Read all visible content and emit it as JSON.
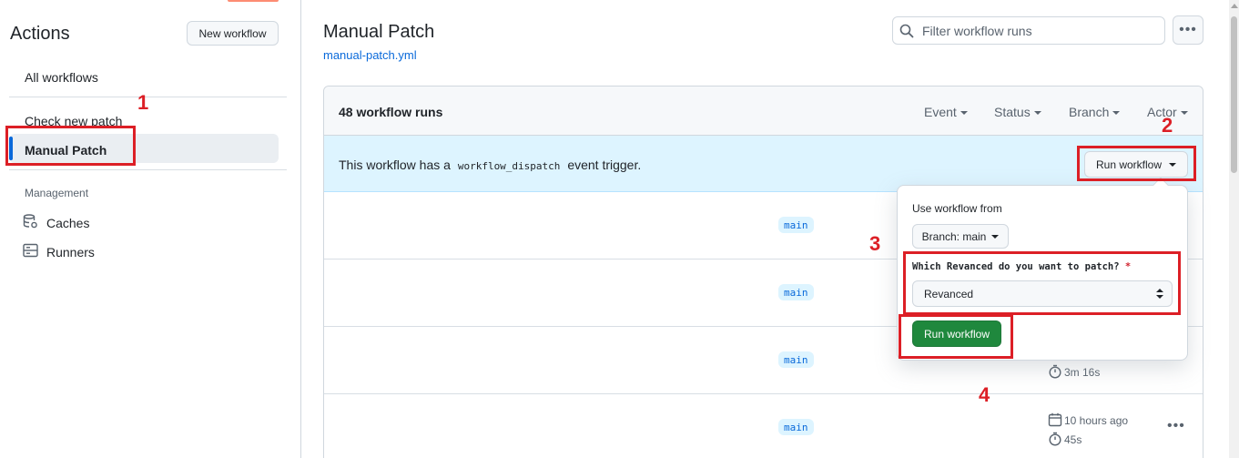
{
  "sidebar": {
    "title": "Actions",
    "new_workflow_label": "New workflow",
    "items": [
      {
        "label": "All workflows"
      },
      {
        "label": "Check new patch"
      },
      {
        "label": "Manual Patch"
      }
    ],
    "management_heading": "Management",
    "management_items": [
      {
        "label": "Caches",
        "icon": "database-icon"
      },
      {
        "label": "Runners",
        "icon": "server-icon"
      }
    ]
  },
  "header": {
    "title": "Manual Patch",
    "file_link": "manual-patch.yml",
    "filter_placeholder": "Filter workflow runs"
  },
  "runs": {
    "count_label": "48 workflow runs",
    "filters": [
      "Event",
      "Status",
      "Branch",
      "Actor"
    ],
    "banner_prefix": "This workflow has a",
    "banner_code": "workflow_dispatch",
    "banner_suffix": "event trigger.",
    "run_workflow_label": "Run workflow",
    "rows": [
      {
        "branch": "main"
      },
      {
        "branch": "main"
      },
      {
        "branch": "main",
        "duration": "3m 16s"
      },
      {
        "branch": "main",
        "time_ago": "10 hours ago",
        "duration": "45s"
      }
    ]
  },
  "popover": {
    "use_from_label": "Use workflow from",
    "branch_button": "Branch: main",
    "question_label": "Which Revanced do you want to patch?",
    "required_mark": "*",
    "selected_option": "Revanced",
    "submit_label": "Run workflow"
  },
  "annotations": {
    "step1": "1",
    "step2": "2",
    "step3": "3",
    "step4": "4",
    "color": "#dc1f26"
  },
  "colors": {
    "accent_blue": "#0969da",
    "primary_green": "#1f883d",
    "banner_bg": "#ddf4ff"
  }
}
